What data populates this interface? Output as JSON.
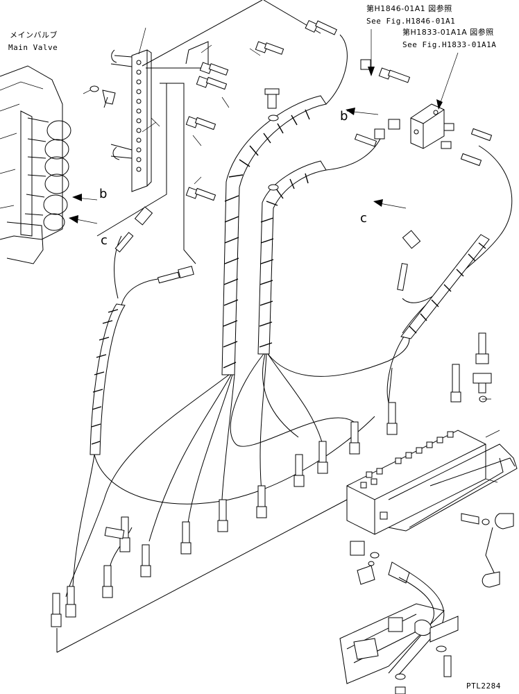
{
  "labels": {
    "main_valve_jp": "メインバルブ",
    "main_valve_en": "Main Valve",
    "ref1_jp": "第H1846-01A1 図参照",
    "ref1_en": "See Fig.H1846-01A1",
    "ref2_jp": "第H1833-01A1A 図参照",
    "ref2_en": "See Fig.H1833-01A1A",
    "drawing_id": "PTL2284"
  },
  "callouts": {
    "b_left": "b",
    "c_left": "c",
    "b_right": "b",
    "c_right": "c"
  }
}
